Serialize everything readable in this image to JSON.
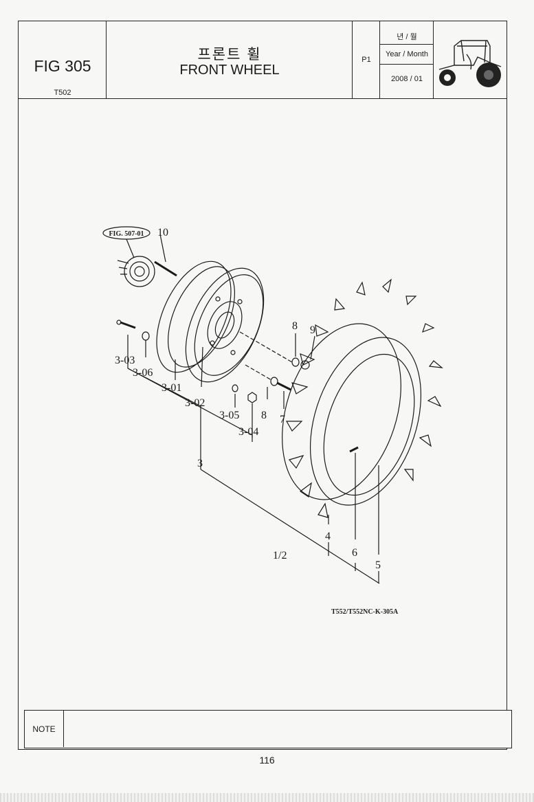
{
  "header": {
    "fig_no": "FIG 305",
    "model": "T502",
    "title_kr": "프론트 휠",
    "title_en": "FRONT WHEEL",
    "page": "P1",
    "date_kr": "년 / 월",
    "date_en": "Year / Month",
    "date_value": "2008 / 01"
  },
  "drawing": {
    "ref_tag": "FIG. 507-01",
    "labels": {
      "p10": "10",
      "p8": "8",
      "p9": "9",
      "p3_03": "3-03",
      "p3_06": "3-06",
      "p3_01": "3-01",
      "p3_02": "3-02",
      "p3_05": "3-05",
      "p8b": "8",
      "p7": "7",
      "p3_04": "3-04",
      "p3": "3",
      "p4": "4",
      "p1_2": "1/2",
      "p6": "6",
      "p5": "5"
    },
    "drawing_code": "T552/T552NC-K-305A"
  },
  "note": {
    "label": "NOTE",
    "text": ""
  },
  "footer": {
    "page_number": "116"
  }
}
